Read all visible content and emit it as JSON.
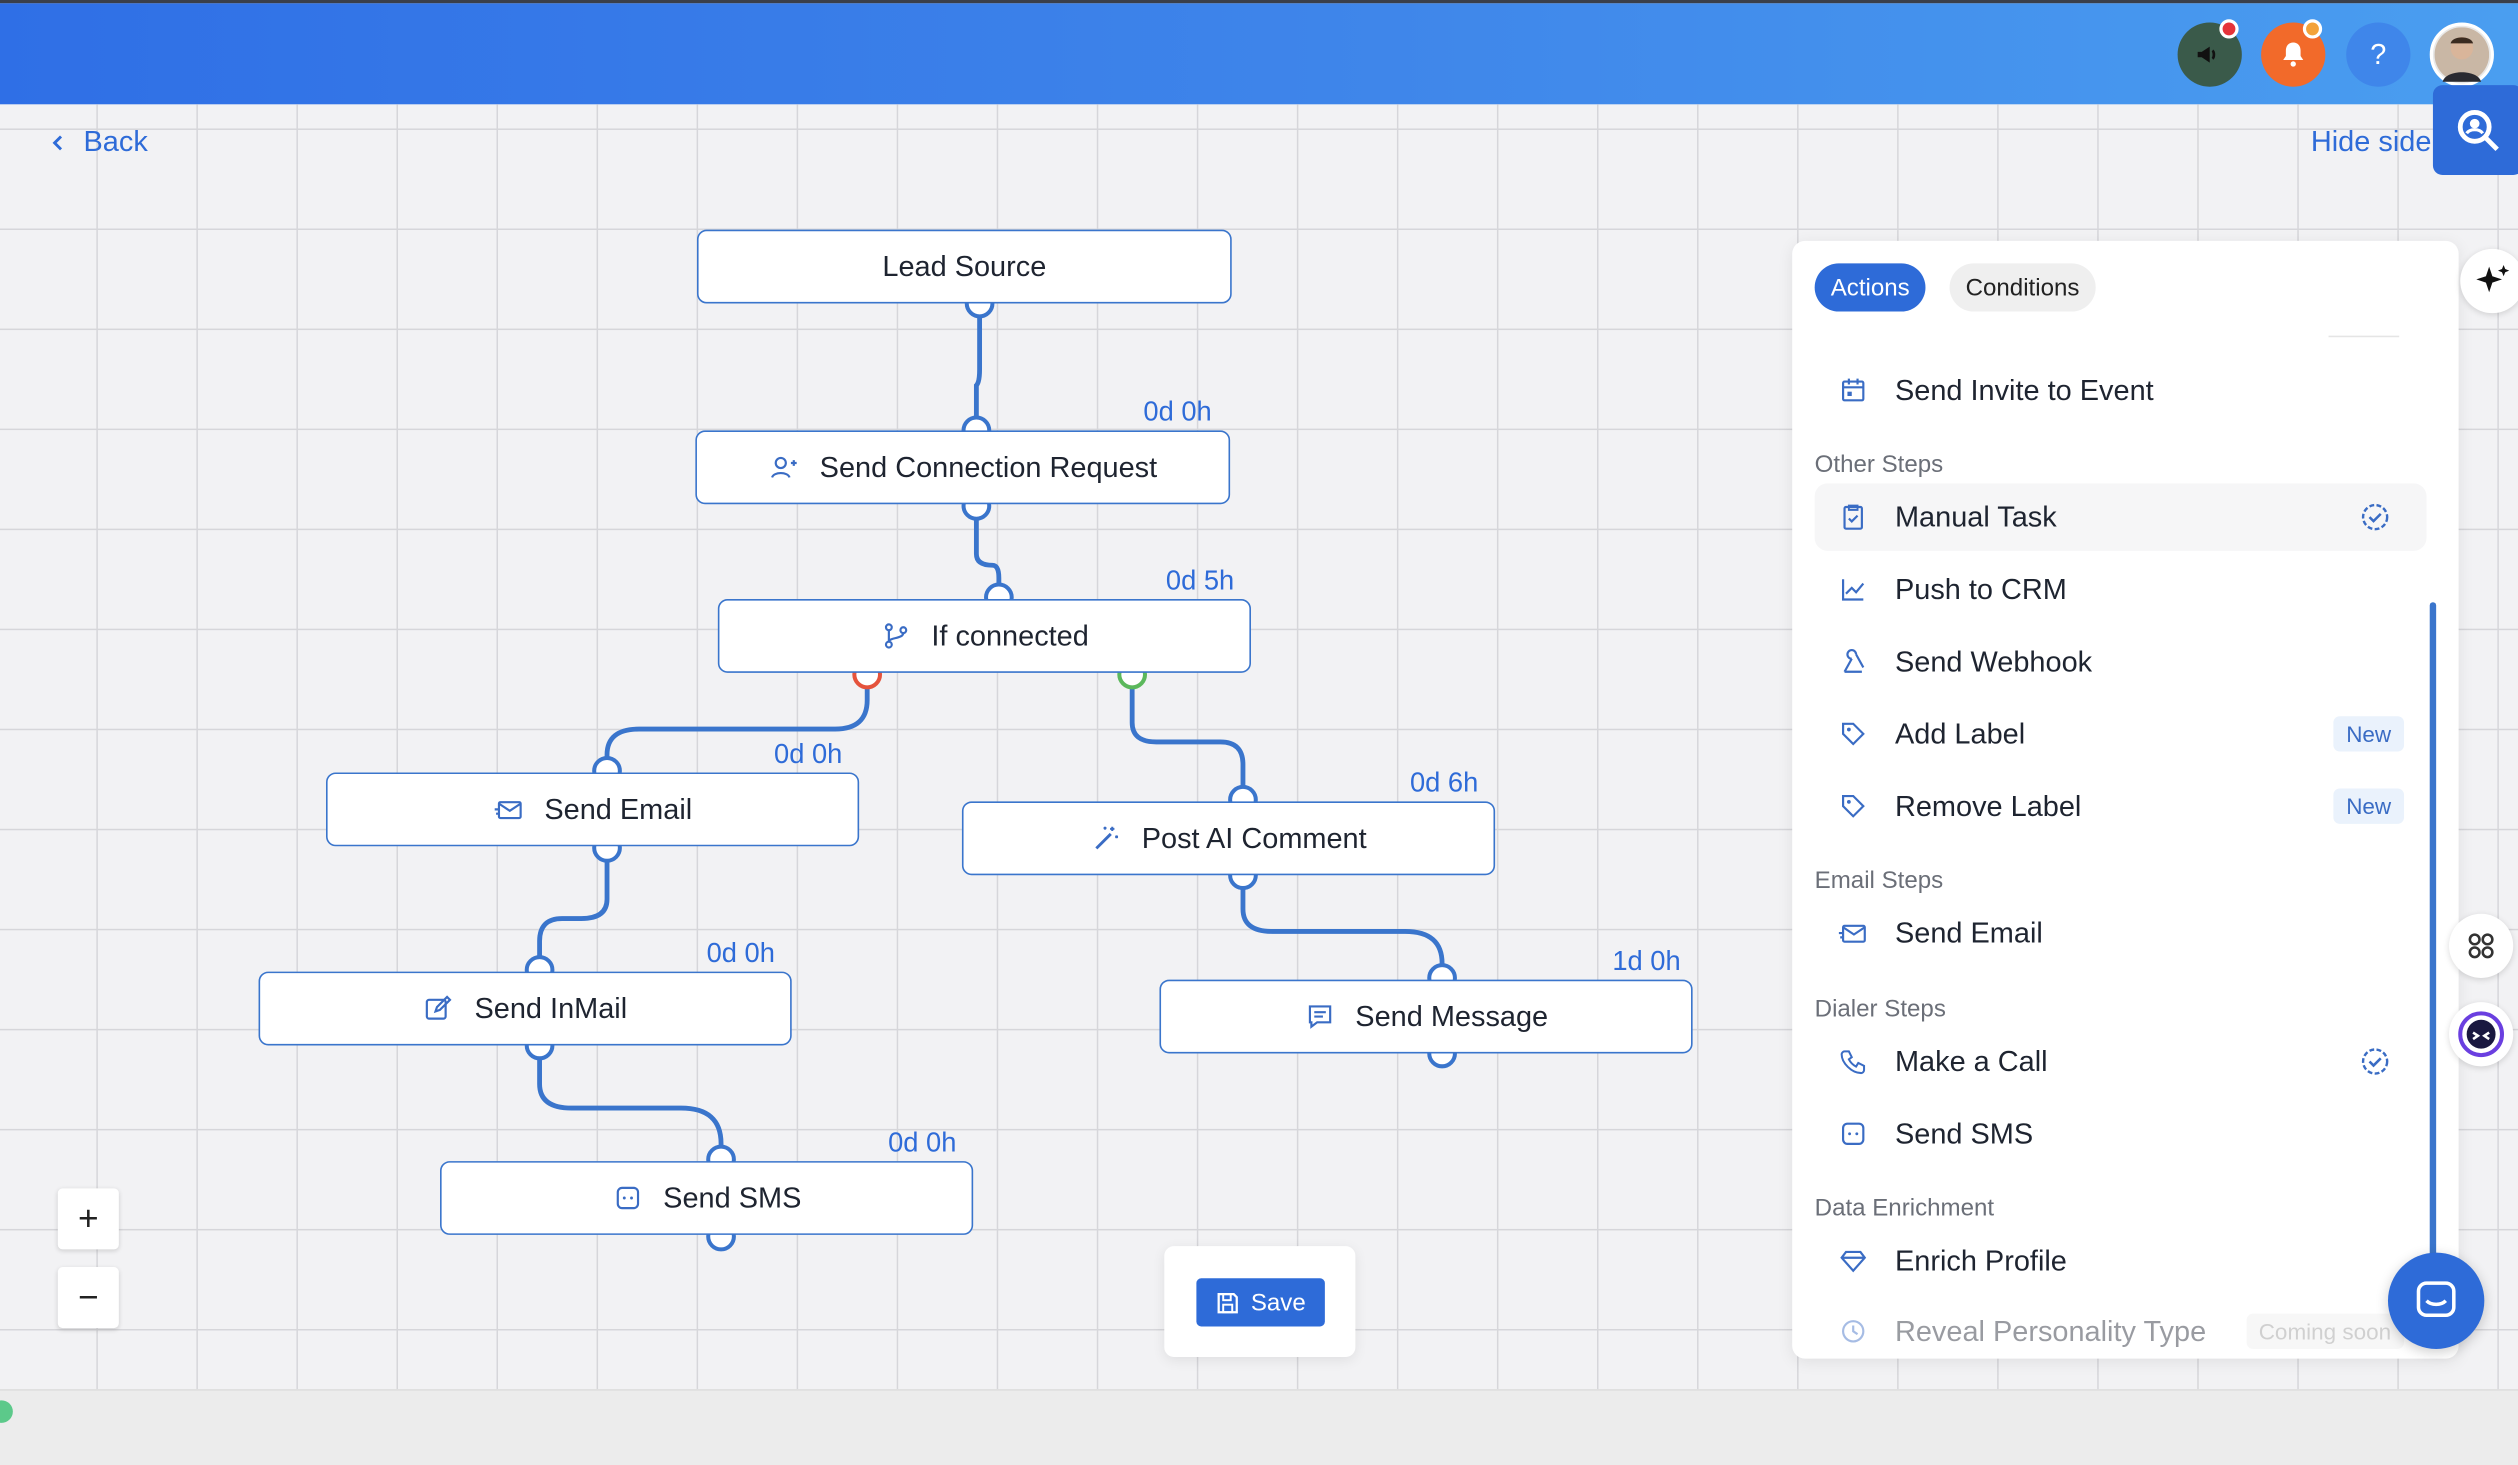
{
  "header": {
    "icons": [
      "megaphone-icon",
      "bell-icon",
      "help-icon",
      "user-avatar"
    ],
    "help_label": "?"
  },
  "nav": {
    "back_label": "Back",
    "hide_side_label": "Hide side"
  },
  "flow": {
    "nodes": {
      "lead_source": {
        "label": "Lead Source"
      },
      "send_connection_request": {
        "label": "Send Connection Request",
        "delay": "0d 0h"
      },
      "if_connected": {
        "label": "If connected",
        "delay": "0d 5h"
      },
      "send_email": {
        "label": "Send Email",
        "delay": "0d 0h"
      },
      "post_ai_comment": {
        "label": "Post AI Comment",
        "delay": "0d 6h"
      },
      "send_inmail": {
        "label": "Send InMail",
        "delay": "0d 0h"
      },
      "send_message": {
        "label": "Send Message",
        "delay": "1d 0h"
      },
      "send_sms": {
        "label": "Send SMS",
        "delay": "0d 0h"
      }
    },
    "branch_colors": {
      "no": "#e5533c",
      "yes": "#5cb85c"
    }
  },
  "zoom": {
    "in_label": "+",
    "out_label": "−"
  },
  "save": {
    "label": "Save"
  },
  "panel": {
    "tabs": {
      "actions": "Actions",
      "conditions": "Conditions"
    },
    "items_top": [
      {
        "label": "Send Invite to Event",
        "icon": "calendar-icon"
      }
    ],
    "sections": {
      "other": "Other Steps",
      "email": "Email Steps",
      "dialer": "Dialer Steps",
      "enrichment": "Data Enrichment"
    },
    "other_steps": [
      {
        "label": "Manual Task",
        "icon": "clipboard-check-icon",
        "verified": true
      },
      {
        "label": "Push to CRM",
        "icon": "chart-line-icon"
      },
      {
        "label": "Send Webhook",
        "icon": "webhook-icon"
      },
      {
        "label": "Add Label",
        "icon": "tag-icon",
        "badge": "New"
      },
      {
        "label": "Remove Label",
        "icon": "tag-icon",
        "badge": "New"
      }
    ],
    "email_steps": [
      {
        "label": "Send Email",
        "icon": "mail-icon"
      }
    ],
    "dialer_steps": [
      {
        "label": "Make a Call",
        "icon": "phone-icon",
        "verified": true
      },
      {
        "label": "Send SMS",
        "icon": "sms-icon"
      }
    ],
    "enrichment_steps": [
      {
        "label": "Enrich Profile",
        "icon": "diamond-icon"
      },
      {
        "label": "Reveal Personality Type",
        "icon": "clock-icon",
        "badge": "Coming soon"
      }
    ]
  }
}
